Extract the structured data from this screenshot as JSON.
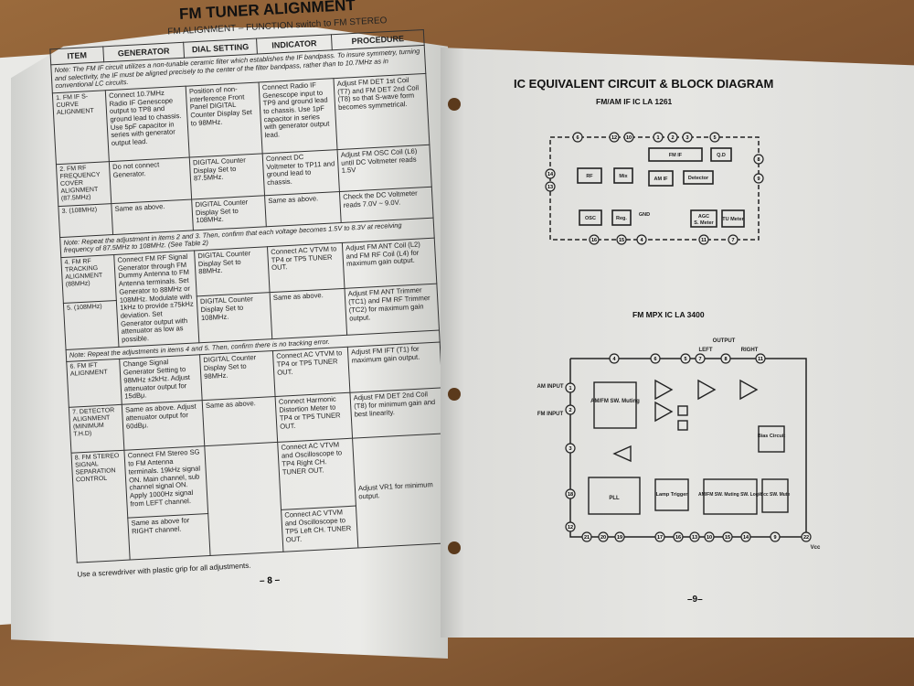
{
  "left_page": {
    "title": "FM TUNER ALIGNMENT",
    "subtitle": "FM ALIGNMENT – FUNCTION switch to FM STEREO",
    "columns": [
      "ITEM",
      "GENERATOR",
      "DIAL SETTING",
      "INDICATOR",
      "PROCEDURE"
    ],
    "notes": [
      "Note: The FM IF circuit utilizes a non-tunable ceramic filter which establishes the IF bandpass. To insure symmetry, turning and selectivity, the IF must be aligned precisely to the center of the filter bandpass, rather than to 10.7MHz as in conventional LC circuits.",
      "Note: Repeat the adjustment in items 2 and 3. Then, confirm that each voltage becomes 1.5V to 8.3V at receiving frequency of 87.5MHz to 108MHz. (See Table 2)",
      "Note: Repeat the adjustments in items 4 and 5. Then, confirm there is no tracking error."
    ],
    "rows": [
      {
        "item": "1. FM IF S-CURVE ALIGNMENT",
        "generator": "Connect 10.7MHz Radio IF Genescope output to TP8 and ground lead to chassis. Use 5pF capacitor in series with generator output lead.",
        "dial": "Position of non-interference Front Panel DIGITAL Counter Display Set to 98MHz.",
        "indicator": "Connect Radio IF Genescope input to TP9 and ground lead to chassis. Use 1pF capacitor in series with generator output lead.",
        "procedure": "Adjust FM DET 1st Coil (T7) and FM DET 2nd Coil (T8) so that S-wave form becomes symmetrical."
      },
      {
        "item": "2. FM RF FREQUENCY COVER ALIGNMENT (87.5MHz)",
        "generator": "Do not connect Generator.",
        "dial": "DIGITAL Counter Display Set to 87.5MHz.",
        "indicator": "Connect DC Voltmeter to TP11 and ground lead to chassis.",
        "procedure": "Adjust FM OSC Coil (L6) until DC Voltmeter reads 1.5V"
      },
      {
        "item": "3. (108MHz)",
        "generator": "Same as above.",
        "dial": "DIGITAL Counter Display Set to 108MHz.",
        "indicator": "Same as above.",
        "procedure": "Check the DC Voltmeter reads 7.0V ~ 9.0V."
      },
      {
        "item": "4. FM RF TRACKING ALIGNMENT (88MHz)",
        "generator": "Connect FM RF Signal Generator through FM Dummy Antenna to FM Antenna terminals. Set Generator to 88MHz or 108MHz. Modulate with 1kHz to provide ±75kHz deviation. Set Generator output with attenuator as low as possible.",
        "dial": "DIGITAL Counter Display Set to 88MHz.",
        "indicator": "Connect AC VTVM to TP4 or TP5 TUNER OUT.",
        "procedure": "Adjust FM ANT Coil (L2) and FM RF Coil (L4) for maximum gain output."
      },
      {
        "item": "5. (108MHz)",
        "dial": "DIGITAL Counter Display Set to 108MHz.",
        "indicator": "Same as above.",
        "procedure": "Adjust FM ANT Trimmer (TC1) and FM RF Trimmer (TC2) for maximum gain output."
      },
      {
        "item": "6. FM IFT ALIGNMENT",
        "generator": "Change Signal Generator Setting to 98MHz ±2kHz. Adjust attenuator output for 15dBμ.",
        "dial": "DIGITAL Counter Display Set to 98MHz.",
        "indicator": "Connect AC VTVM to TP4 or TP5 TUNER OUT.",
        "procedure": "Adjust FM IFT (T1) for maximum gain output."
      },
      {
        "item": "7. DETECTOR ALIGNMENT (MINIMUM T.H.D)",
        "generator": "Same as above. Adjust attenuator output for 60dBμ.",
        "dial": "Same as above.",
        "indicator": "Connect Harmonic Distortion Meter to TP4 or TP5 TUNER OUT.",
        "procedure": "Adjust FM DET 2nd Coil (T8) for minimum gain and best linearity."
      },
      {
        "item": "8. FM STEREO SIGNAL SEPARATION CONTROL",
        "generator": "Connect FM Stereo SG to FM Antenna terminals. 19kHz signal ON. Main channel, sub channel signal ON. Apply 1000Hz signal from LEFT channel.",
        "indicator": "Connect AC VTVM and Oscilloscope to TP4 Right CH. TUNER OUT.",
        "procedure": "Adjust VR1 for minimum output."
      },
      {
        "generator": "Same as above for RIGHT channel.",
        "indicator": "Connect AC VTVM and Oscilloscope to TP5 Left CH. TUNER OUT."
      }
    ],
    "footer": "Use a screwdriver with plastic grip for all adjustments.",
    "page_number": "– 8 –"
  },
  "right_page": {
    "title": "IC EQUIVALENT CIRCUIT & BLOCK DIAGRAM",
    "diagram1": {
      "caption": "FM/AM IF IC LA 1261",
      "blocks": [
        "RF",
        "Mix",
        "AM IF",
        "FM IF",
        "Q.D",
        "Detector",
        "OSC",
        "Reg.",
        "AGC",
        "S. Meter",
        "TU Meter",
        "GND"
      ],
      "pins": [
        "6",
        "12",
        "10",
        "1",
        "2",
        "3",
        "5",
        "8",
        "14",
        "13",
        "9",
        "16",
        "15",
        "4",
        "11",
        "7"
      ]
    },
    "diagram2": {
      "caption": "FM MPX IC LA 3400",
      "labels": [
        "OUTPUT",
        "LEFT",
        "RIGHT",
        "AM INPUT",
        "FM INPUT",
        "Vcc"
      ],
      "blocks": [
        "AM/FM SW. Muting",
        "Bias Circuit",
        "PLL",
        "Lamp Trigger",
        "AM/FM SW. Muting SW. Logic",
        "Vcc SW. Mute"
      ],
      "pins": [
        "4",
        "6",
        "5",
        "7",
        "8",
        "11",
        "1",
        "2",
        "3",
        "18",
        "12",
        "21",
        "20",
        "19",
        "17",
        "16",
        "13",
        "10",
        "15",
        "14",
        "9",
        "22"
      ]
    },
    "page_number": "–9–"
  }
}
